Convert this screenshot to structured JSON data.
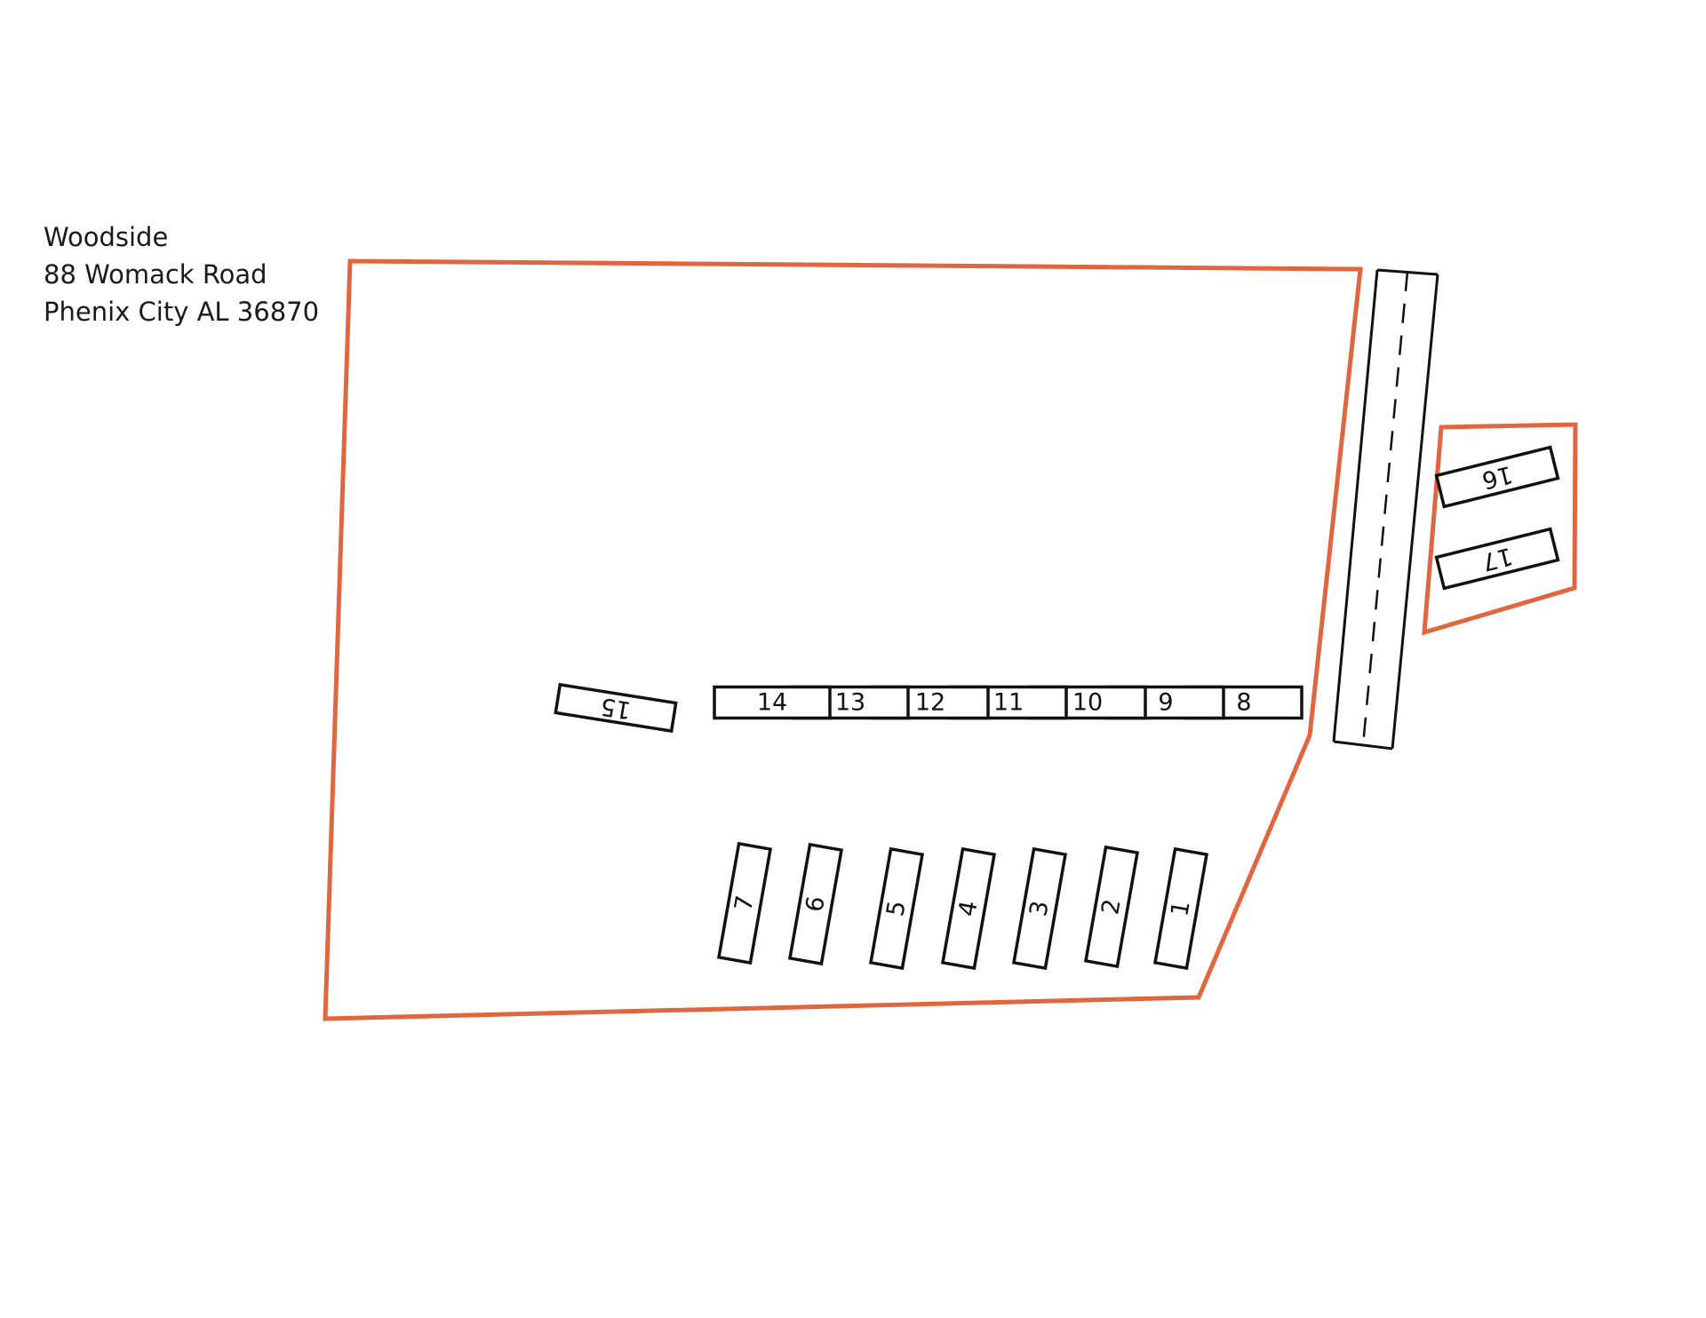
{
  "address": {
    "line1": "Woodside",
    "line2": "88 Womack Road",
    "line3": "Phenix City AL 36870"
  },
  "colors": {
    "boundary": "#e0663f",
    "lot_outline": "#111111"
  },
  "lots": [
    {
      "number": "1"
    },
    {
      "number": "2"
    },
    {
      "number": "3"
    },
    {
      "number": "4"
    },
    {
      "number": "5"
    },
    {
      "number": "6"
    },
    {
      "number": "7"
    },
    {
      "number": "8"
    },
    {
      "number": "9"
    },
    {
      "number": "10"
    },
    {
      "number": "11"
    },
    {
      "number": "12"
    },
    {
      "number": "13"
    },
    {
      "number": "14"
    },
    {
      "number": "15"
    },
    {
      "number": "16"
    },
    {
      "number": "17"
    }
  ]
}
